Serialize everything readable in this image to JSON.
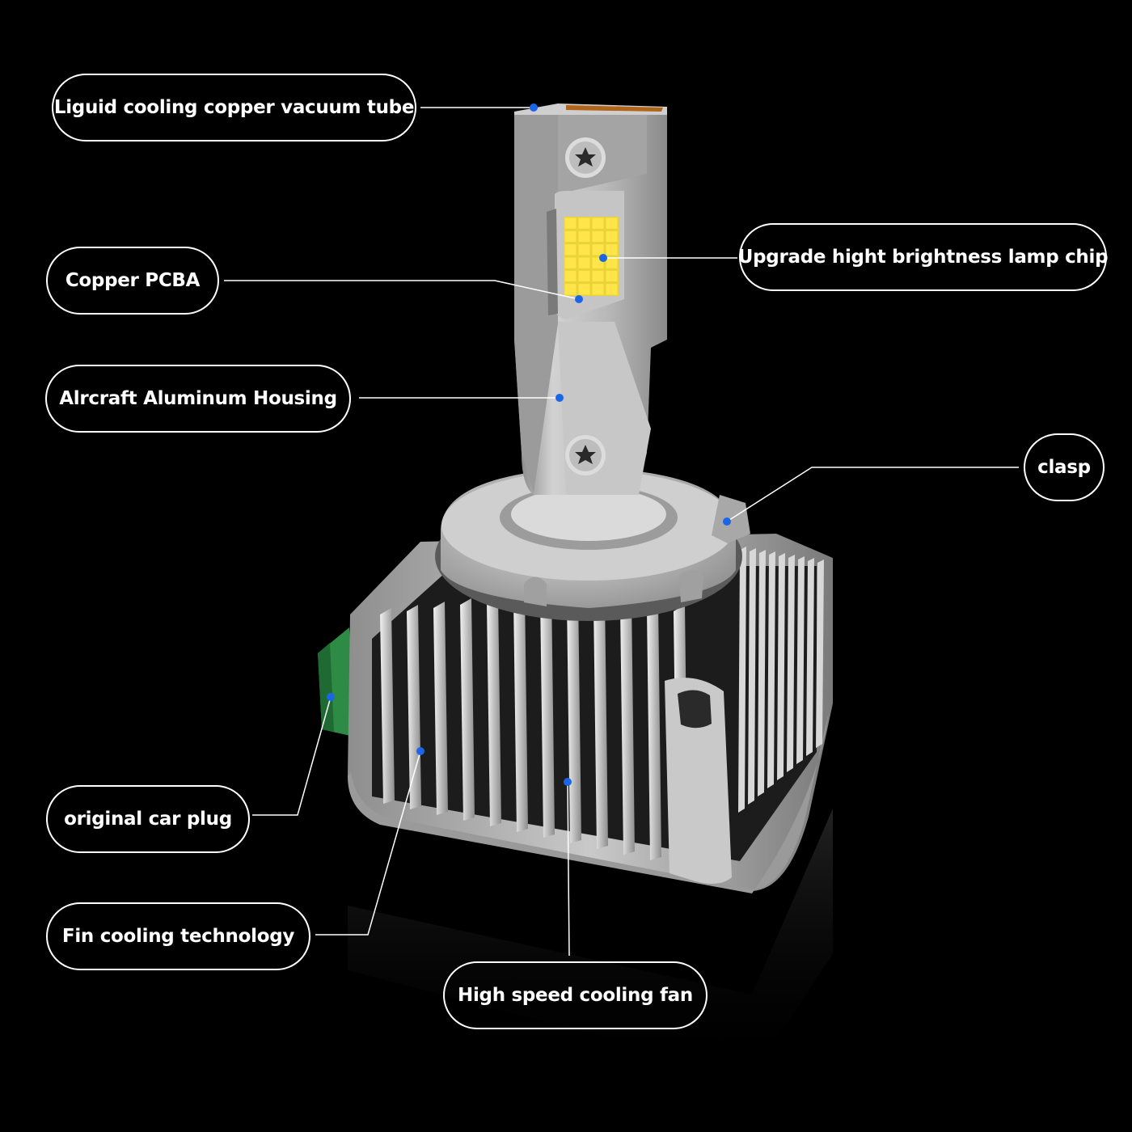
{
  "colors": {
    "background": "#000000",
    "callout_line": "#ffffff",
    "marker_dot": "#1a66e6",
    "chip": "#ffe54a",
    "connector": "#2e8b45",
    "aluminum": "#b4b4b4"
  },
  "product_image": {
    "icon": "d-series-led-headlight-bulb"
  },
  "callouts": [
    {
      "id": "liquid-cooling-tube",
      "text": "Liguid cooling copper vacuum tube"
    },
    {
      "id": "lamp-chip",
      "text": "Upgrade hight brightness lamp chip"
    },
    {
      "id": "copper-pcba",
      "text": "Copper PCBA"
    },
    {
      "id": "aluminum-housing",
      "text": "Alrcraft Aluminum Housing"
    },
    {
      "id": "clasp",
      "text": "clasp"
    },
    {
      "id": "car-plug",
      "text": "original car plug"
    },
    {
      "id": "fin-cooling",
      "text": "Fin cooling technology"
    },
    {
      "id": "cooling-fan",
      "text": "High speed cooling fan"
    }
  ]
}
